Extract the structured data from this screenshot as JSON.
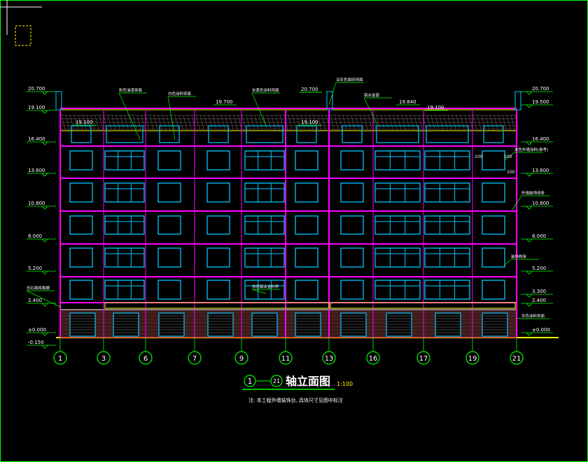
{
  "drawing": {
    "title": "轴立面图",
    "scale": "1:100",
    "title_axis_start": "1",
    "title_axis_end": "21",
    "note": "注: 本工程外墙装饰台, 具体尺寸见图中标注"
  },
  "elevations_left": [
    "20.700",
    "19.100",
    "16.400",
    "13.600",
    "10.800",
    "8.000",
    "5.200",
    "2.400",
    "±0.000",
    "-0.150"
  ],
  "elevations_right": [
    "20.700",
    "19.500",
    "16.400",
    "13.600",
    "10.800",
    "8.000",
    "5.200",
    "3.300",
    "2.400",
    "±0.000"
  ],
  "roof_levels": [
    "19.100",
    "19.700",
    "19.100",
    "19.840",
    "19.100"
  ],
  "top_level_center": "20.700",
  "axes": [
    "1",
    "3",
    "6",
    "7",
    "9",
    "11",
    "13",
    "16",
    "17",
    "19",
    "21"
  ],
  "dims": [
    "100",
    "100",
    "100"
  ],
  "annotations": [
    "彩色油漆饰面",
    "白色涂料饰面",
    "米黄色涂料饰面",
    "深灰色面砖饰面",
    "铝合金窗",
    "白色铝合金栏杆",
    "仿石面砖勒脚",
    "米色外墙涂料(参考)",
    "外墙装饰线条",
    "装饰构架",
    "灰色涂料饰面"
  ],
  "colors": {
    "background": "#000000",
    "wall": "#ff00ff",
    "window": "#00c8ff",
    "frame": "#ffffff",
    "hatch": "#ff4040",
    "leader": "#00ff00",
    "text": "#ffff00",
    "axis": "#00ff00"
  }
}
